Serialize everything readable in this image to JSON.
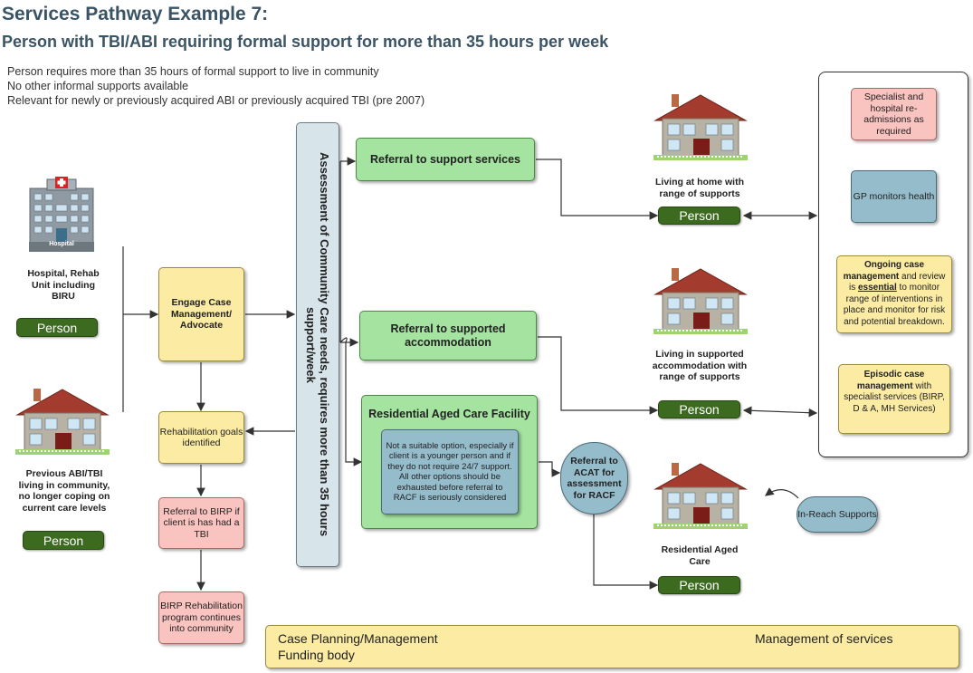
{
  "title": "Services Pathway Example 7:",
  "subtitle": "Person with TBI/ABI requiring formal support for more than 35 hours per week",
  "intro_lines": [
    "Person requires more than 35 hours of formal support to live in community",
    "No other informal supports available",
    "Relevant for newly or previously acquired ABI or previously acquired TBI (pre 2007)"
  ],
  "person_label": "Person",
  "hospital": {
    "sign": "Hospital",
    "caption": "Hospital, Rehab Unit including BIRU"
  },
  "previous": {
    "caption": "Previous ABI/TBI living in community, no longer coping on current care levels"
  },
  "engage": "Engage Case Management/ Advocate",
  "rehab_goals": "Rehabilitation goals identified",
  "birp_referral": "Referral to BIRP if client is has had a TBI",
  "birp_program": "BIRP Rehabilitation program continues into community",
  "assessment": "Assessment of Community Care needs, requires more than 35 hours support/week",
  "support_services": "Referral to support services",
  "supported_accom": "Referral to supported accommodation",
  "racf": {
    "title": "Residential Aged Care Facility",
    "note": "Not a suitable option, especially if client is a younger person and if they do not require 24/7 support.  All other options should be exhausted before referral to RACF is seriously considered"
  },
  "acat": "Referral to ACAT for assessment for RACF",
  "home1_caption": "Living at home with range of supports",
  "home2_caption": "Living in supported accommodation with range of supports",
  "home3_caption": "Residential Aged Care",
  "in_reach": "In-Reach Supports",
  "right_panel": {
    "specialist": "Specialist and hospital re-admissions as required",
    "gp": "GP monitors health",
    "ongoing": {
      "pre": "Ongoing case management",
      "mid1": " and review is ",
      "essential": "essential",
      "post": " to monitor range of interventions in place and monitor for risk and potential breakdown."
    },
    "episodic": {
      "pre": "Episodic case management",
      "post": " with specialist services (BIRP, D & A, MH Services)"
    }
  },
  "legend": {
    "case_planning": "Case Planning/Management",
    "management_services": "Management of services",
    "funding_body": "Funding body"
  },
  "colors": {
    "title": "#3a5466",
    "yellow": "#fbeba3",
    "pink": "#f9c3bf",
    "green": "#a4e3a0",
    "blue": "#95bccb",
    "person": "#3c6a1e",
    "assessment": "#d7e4ea"
  }
}
